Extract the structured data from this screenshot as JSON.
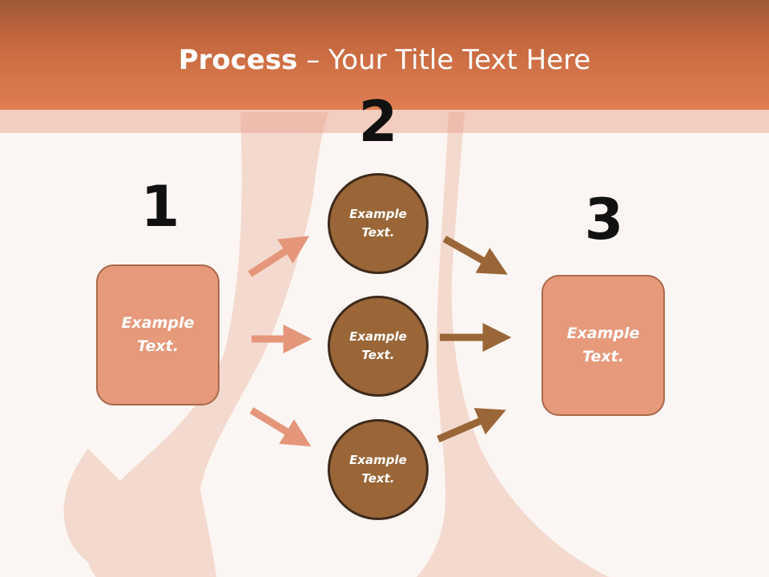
{
  "title": {
    "bold": "Process",
    "rest": " – Your Title Text Here"
  },
  "numbers": [
    "1",
    "2",
    "3"
  ],
  "left_box": {
    "line1": "Example",
    "line2": "Text."
  },
  "right_box": {
    "line1": "Example",
    "line2": "Text."
  },
  "circles": [
    {
      "line1": "Example",
      "line2": "Text."
    },
    {
      "line1": "Example",
      "line2": "Text."
    },
    {
      "line1": "Example",
      "line2": "Text."
    }
  ],
  "colors": {
    "header": "#e07e52",
    "box_fill": "#e6997b",
    "circle_fill": "#9a6638",
    "light_arrow": "#e5967a",
    "dark_arrow": "#9a6638"
  }
}
